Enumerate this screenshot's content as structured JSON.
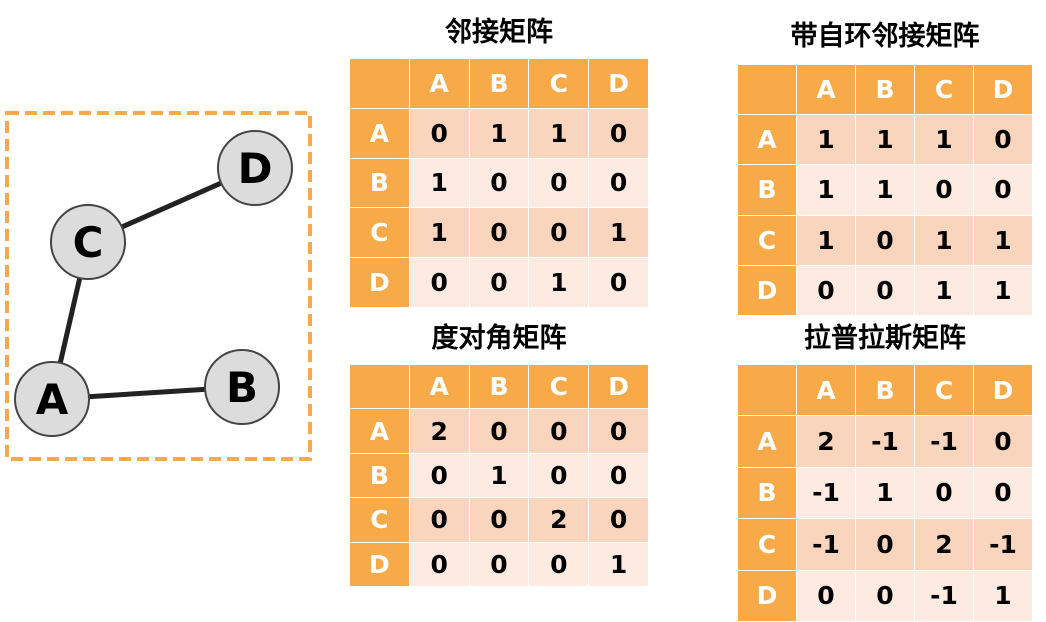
{
  "colors": {
    "accent": "#f7aa47",
    "cell_dark": "#fad5bd",
    "cell_light": "#fdeae0",
    "node_fill": "#dcdcdc",
    "edge": "#222222",
    "dashed_border": "#f7aa47"
  },
  "graph": {
    "nodes": [
      {
        "id": "A",
        "label": "A"
      },
      {
        "id": "B",
        "label": "B"
      },
      {
        "id": "C",
        "label": "C"
      },
      {
        "id": "D",
        "label": "D"
      }
    ],
    "edges": [
      [
        "A",
        "C"
      ],
      [
        "C",
        "D"
      ],
      [
        "A",
        "B"
      ]
    ]
  },
  "matrices": [
    {
      "id": "adjacency",
      "title": "邻接矩阵",
      "col_headers": [
        "A",
        "B",
        "C",
        "D"
      ],
      "row_headers": [
        "A",
        "B",
        "C",
        "D"
      ],
      "rows": [
        [
          "0",
          "1",
          "1",
          "0"
        ],
        [
          "1",
          "0",
          "0",
          "0"
        ],
        [
          "1",
          "0",
          "0",
          "1"
        ],
        [
          "0",
          "0",
          "1",
          "0"
        ]
      ]
    },
    {
      "id": "self-loop-adjacency",
      "title": "带自环邻接矩阵",
      "col_headers": [
        "A",
        "B",
        "C",
        "D"
      ],
      "row_headers": [
        "A",
        "B",
        "C",
        "D"
      ],
      "rows": [
        [
          "1",
          "1",
          "1",
          "0"
        ],
        [
          "1",
          "1",
          "0",
          "0"
        ],
        [
          "1",
          "0",
          "1",
          "1"
        ],
        [
          "0",
          "0",
          "1",
          "1"
        ]
      ]
    },
    {
      "id": "degree",
      "title": "度对角矩阵",
      "col_headers": [
        "A",
        "B",
        "C",
        "D"
      ],
      "row_headers": [
        "A",
        "B",
        "C",
        "D"
      ],
      "rows": [
        [
          "2",
          "0",
          "0",
          "0"
        ],
        [
          "0",
          "1",
          "0",
          "0"
        ],
        [
          "0",
          "0",
          "2",
          "0"
        ],
        [
          "0",
          "0",
          "0",
          "1"
        ]
      ]
    },
    {
      "id": "laplacian",
      "title": "拉普拉斯矩阵",
      "col_headers": [
        "A",
        "B",
        "C",
        "D"
      ],
      "row_headers": [
        "A",
        "B",
        "C",
        "D"
      ],
      "rows": [
        [
          "2",
          "-1",
          "-1",
          "0"
        ],
        [
          "-1",
          "1",
          "0",
          "0"
        ],
        [
          "-1",
          "0",
          "2",
          "-1"
        ],
        [
          "0",
          "0",
          "-1",
          "1"
        ]
      ]
    }
  ]
}
